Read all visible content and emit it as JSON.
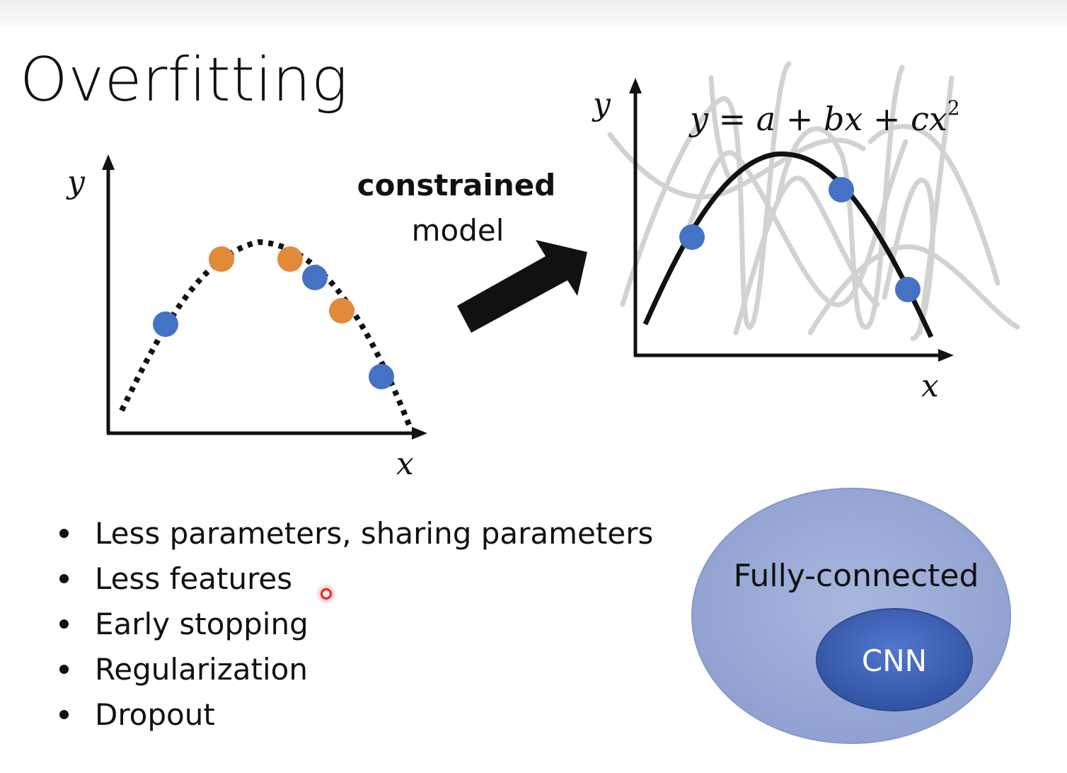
{
  "slide": {
    "title": "Overfitting"
  },
  "left_plot": {
    "x_label": "x",
    "y_label": "y"
  },
  "transition": {
    "line1": "constrained",
    "line2": "model"
  },
  "right_plot": {
    "x_label": "x",
    "y_label": "y",
    "equation": {
      "main": "y = a + bx + cx",
      "exponent": "2"
    }
  },
  "bullets": [
    "Less parameters, sharing parameters",
    "Less features",
    "Early stopping",
    "Regularization",
    "Dropout"
  ],
  "venn": {
    "outer_label": "Fully-connected",
    "inner_label": "CNN"
  },
  "colors": {
    "blue_point": "#4472c4",
    "orange_point": "#e08a3a",
    "gray_curves": "#d0d0d0",
    "venn_outer": "#9aaad4",
    "venn_inner": "#3f62b8"
  }
}
